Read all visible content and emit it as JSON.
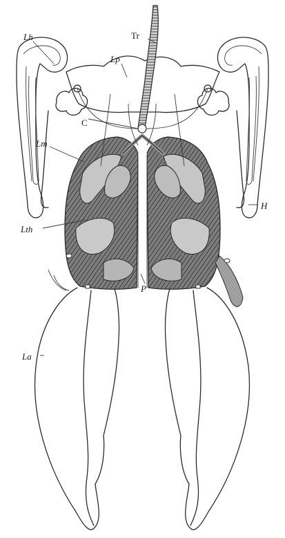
{
  "figure": {
    "labels": {
      "lh": "Lh",
      "tr": "Tr",
      "lp": "Lp",
      "c": "C",
      "lm": "Lm",
      "h": "H",
      "lth": "Lth",
      "p": "P",
      "la": "La"
    },
    "colors": {
      "line": "#2a2a2a",
      "lung_shade": "#8a8a8a",
      "lung_dark": "#3a3a3a",
      "lobe_light": "#c6c6c6",
      "trachea": "#d0d0d0",
      "paper": "#ffffff"
    }
  }
}
